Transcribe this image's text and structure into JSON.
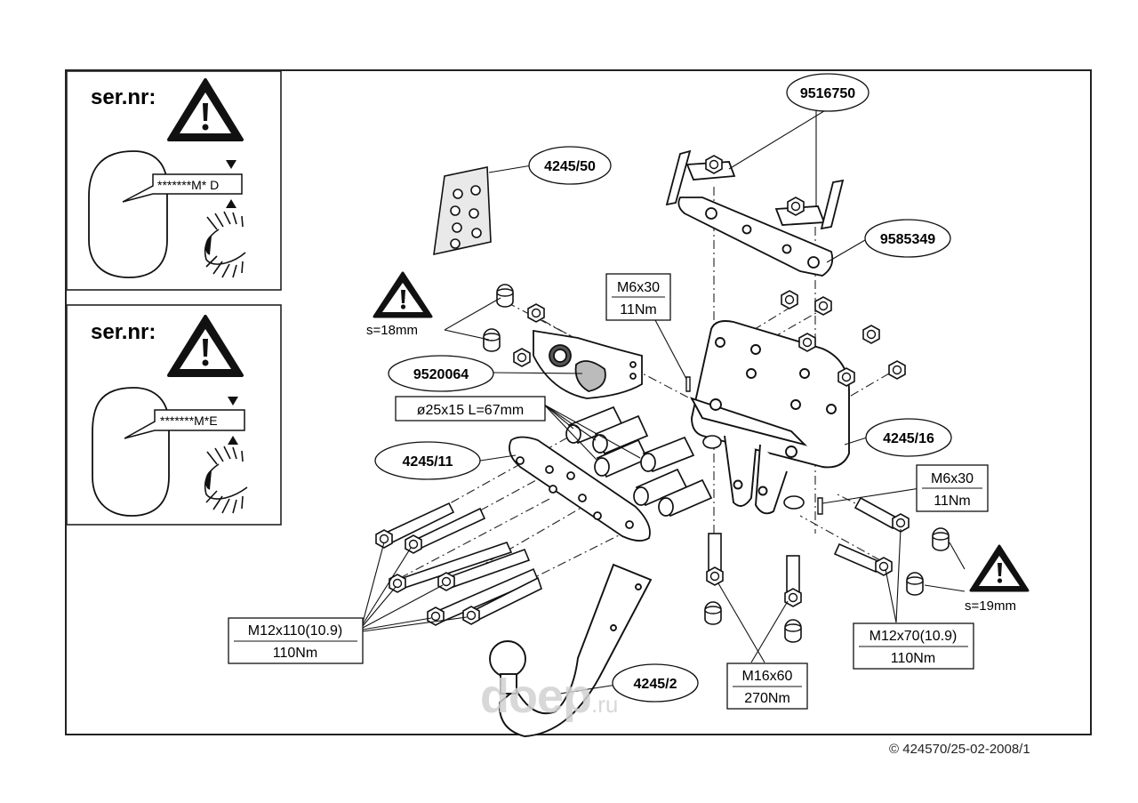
{
  "warning_panels": [
    {
      "title": "ser.nr:",
      "label": "*******M* D"
    },
    {
      "title": "ser.nr:",
      "label": "*******M*E"
    }
  ],
  "part_numbers": {
    "p9516750": "9516750",
    "p4245_50": "4245/50",
    "p9585349": "9585349",
    "p9520064": "9520064",
    "p4245_16": "4245/16",
    "p4245_11": "4245/11",
    "p4245_2": "4245/2"
  },
  "specs": {
    "m6_top": {
      "size": "M6x30",
      "torque": "11Nm"
    },
    "m6_right": {
      "size": "M6x30",
      "torque": "11Nm"
    },
    "tube": {
      "size": "ø25x15 L=67mm"
    },
    "m12_110": {
      "size": "M12x110(10.9)",
      "torque": "110Nm"
    },
    "m16": {
      "size": "M16x60",
      "torque": "270Nm"
    },
    "m12_70": {
      "size": "M12x70(10.9)",
      "torque": "110Nm"
    }
  },
  "wrench_sizes": {
    "left": "s=18mm",
    "right": "s=19mm"
  },
  "watermark": {
    "main": "doep",
    "suffix": ".ru"
  },
  "copyright": {
    "symbol": "©",
    "text": "424570/25-02-2008/1"
  }
}
